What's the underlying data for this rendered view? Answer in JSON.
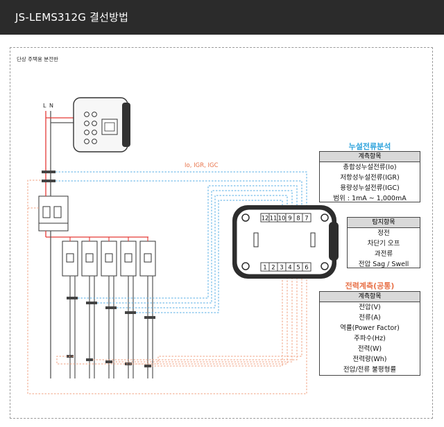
{
  "header": {
    "title": "JS-LEMS312G 결선방법"
  },
  "diagram": {
    "subtitle": "단상 주택용 분전반",
    "line_labels": [
      "L",
      "N"
    ],
    "signal_label": "Io, IGR, IGC",
    "terminals_top": [
      "12",
      "11",
      "10",
      "9",
      "8",
      "7"
    ],
    "terminals_bottom": [
      "1",
      "2",
      "3",
      "4",
      "5",
      "6"
    ]
  },
  "panels": {
    "leakage": {
      "title": "누설전류분석",
      "header": "계측항목",
      "rows": [
        "총합성누설전류(Io)",
        "저항성누설전류(IGR)",
        "용량성누설전류(IGC)",
        "범위 : 1mA ~ 1,000mA"
      ]
    },
    "detection": {
      "header": "탐지항목",
      "rows": [
        "정전",
        "차단기 오프",
        "과전류",
        "전압 Sag / Swell"
      ]
    },
    "power": {
      "title": "전력계측(공통)",
      "header": "계측항목",
      "rows": [
        "전압(V)",
        "전류(A)",
        "역률(Power Factor)",
        "주파수(Hz)",
        "전력(W)",
        "전력량(Wh)",
        "전압/전류 불평형률"
      ]
    }
  },
  "colors": {
    "header_bg": "#2b2b2b",
    "leakage_title": "#2ea3dc",
    "power_title": "#e8734a",
    "live_wire": "#e53935",
    "blue_signal": "#55aee6",
    "orange_signal": "#f0a080"
  }
}
